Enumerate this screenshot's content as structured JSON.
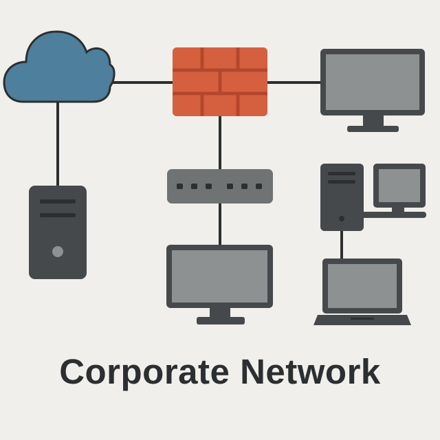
{
  "title": "Corporate Network",
  "colors": {
    "background": "#f1efeb",
    "cloud": "#4e7f9d",
    "firewall_brick": "#d4603f",
    "firewall_mortar": "#b4472c",
    "device_dark": "#45494c",
    "device_screen": "#8e9192",
    "switch_body": "#6f7374",
    "link_line": "#2b2f31"
  },
  "nodes": [
    {
      "id": "cloud",
      "icon": "cloud-icon"
    },
    {
      "id": "firewall",
      "icon": "firewall-icon"
    },
    {
      "id": "monitor-top-right",
      "icon": "monitor-icon"
    },
    {
      "id": "server",
      "icon": "server-tower-icon"
    },
    {
      "id": "switch",
      "icon": "network-switch-icon"
    },
    {
      "id": "monitor-bottom",
      "icon": "monitor-icon"
    },
    {
      "id": "workstation",
      "icon": "desktop-computer-icon"
    },
    {
      "id": "laptop",
      "icon": "laptop-icon"
    }
  ],
  "links": [
    [
      "cloud",
      "firewall"
    ],
    [
      "firewall",
      "monitor-top-right"
    ],
    [
      "cloud",
      "server"
    ],
    [
      "firewall",
      "switch"
    ],
    [
      "switch",
      "monitor-bottom"
    ],
    [
      "workstation",
      "laptop"
    ]
  ]
}
